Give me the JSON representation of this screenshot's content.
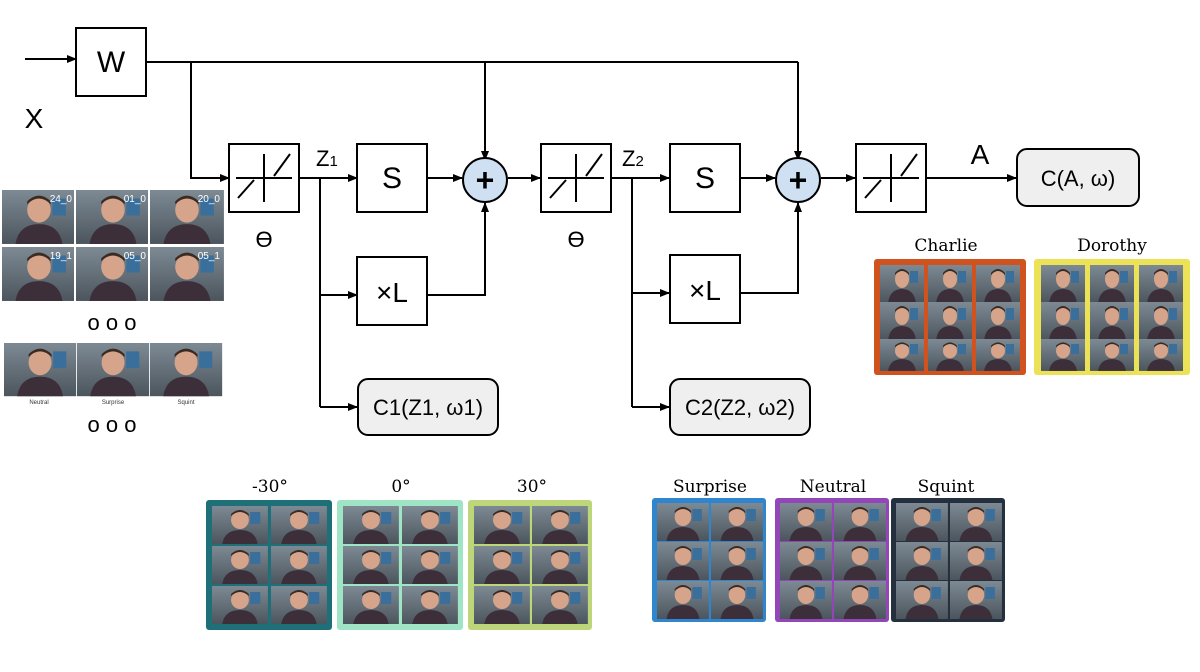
{
  "labels": {
    "x": "X",
    "w": "W",
    "theta1": "ϴ",
    "theta2": "ϴ",
    "z1": "Z",
    "z1_sub": "1",
    "z2": "Z",
    "z2_sub": "2",
    "s1": "S",
    "s2": "S",
    "xl1": "×L",
    "xl2": "×L",
    "plus": "+",
    "a": "A",
    "c_final": "C(A, ω)",
    "c1": "C1(Z1, ω1)",
    "c2": "C2(Z2, ω2)"
  },
  "face_panel": {
    "tile_labels": [
      "24_0",
      "01_0",
      "20_0",
      "19_1",
      "05_0",
      "05_1"
    ],
    "ellipsis": "o o o",
    "expr_labels": [
      "Neutral",
      "Surprise",
      "Squint"
    ]
  },
  "groups": [
    {
      "name": "Charlie",
      "color": "#d0521e"
    },
    {
      "name": "Dorothy",
      "color": "#ece257"
    },
    {
      "name": "-30°",
      "color": "#1e6f77"
    },
    {
      "name": "0°",
      "color": "#9fe4c5"
    },
    {
      "name": "30°",
      "color": "#bcd679"
    },
    {
      "name": "Surprise",
      "color": "#2f86cf"
    },
    {
      "name": "Neutral",
      "color": "#9346b8"
    },
    {
      "name": "Squint",
      "color": "#25303f"
    }
  ],
  "colors": {
    "sum_node": "#cfe0f3",
    "classifier_box": "#efefef"
  }
}
